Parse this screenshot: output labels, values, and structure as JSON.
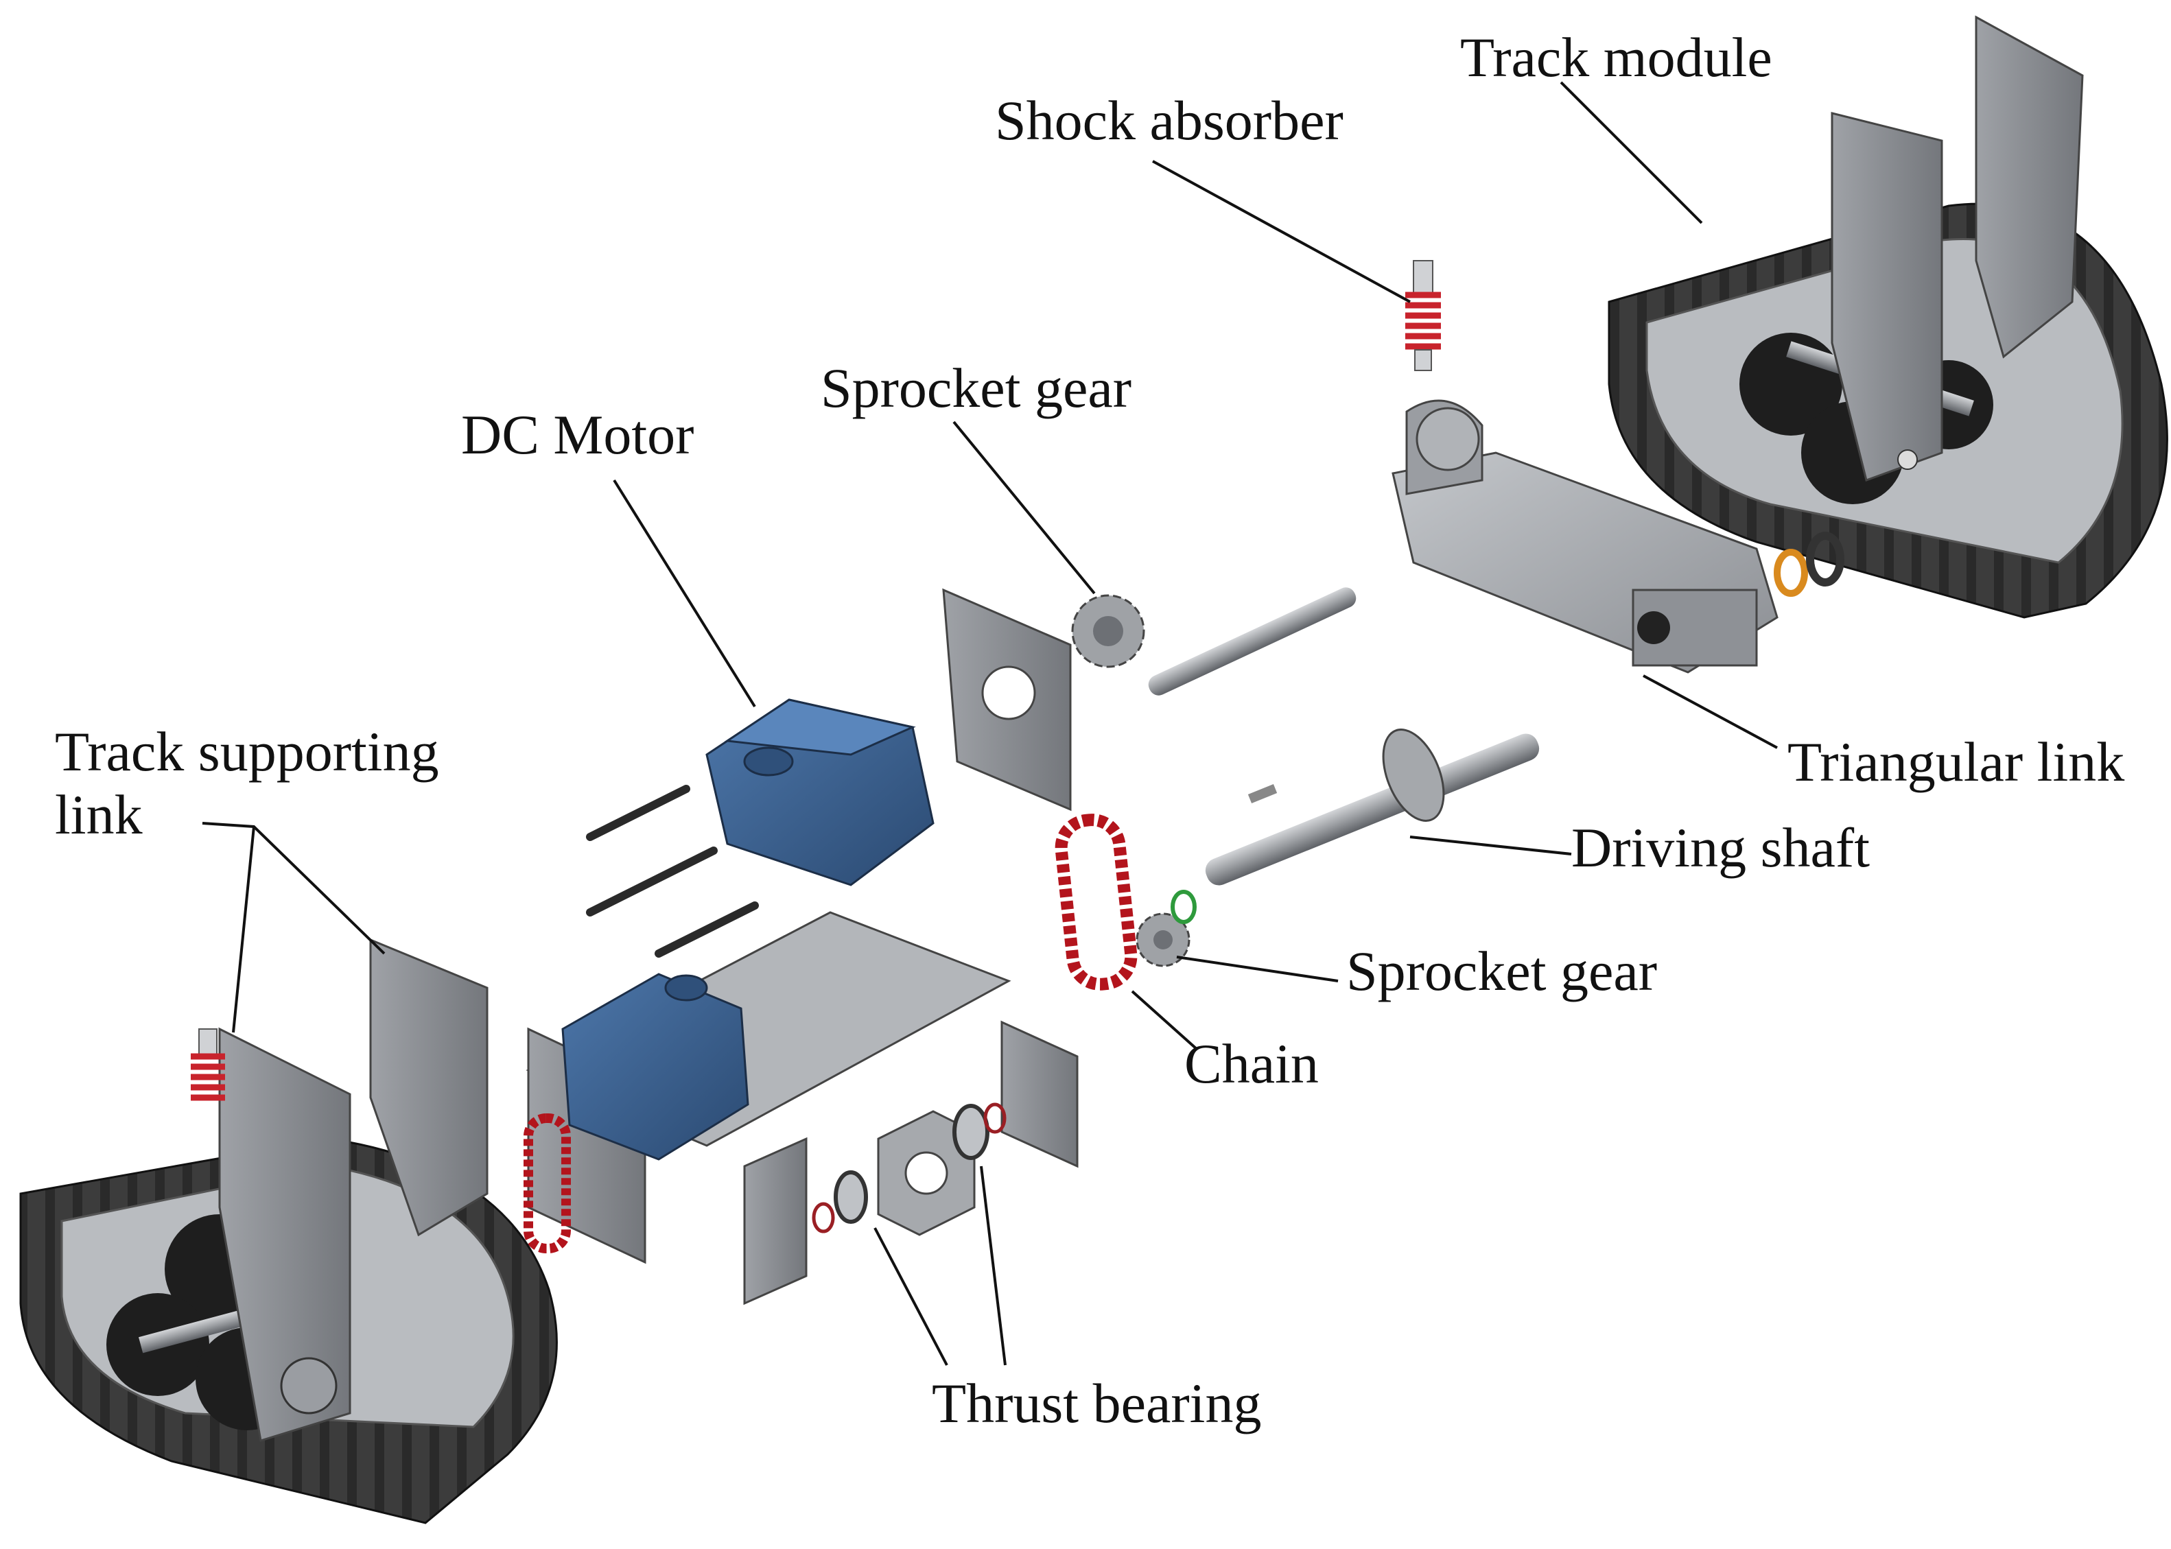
{
  "labels": {
    "track_module": "Track module",
    "shock_absorber": "Shock absorber",
    "sprocket_gear_top": "Sprocket gear",
    "dc_motor": "DC Motor",
    "triangular_link": "Triangular link",
    "track_supporting_link_line1": "Track supporting",
    "track_supporting_link_line2": "link",
    "driving_shaft": "Driving shaft",
    "sprocket_gear_bottom": "Sprocket gear",
    "chain": "Chain",
    "thrust_bearing": "Thrust bearing"
  },
  "colors": {
    "metal": "#a9acb0",
    "metal_dark": "#6d7075",
    "track": "#2b2b2b",
    "motor": "#3a5f8f",
    "spring_red": "#c8232c",
    "chain_red": "#b3141c",
    "orange_ring": "#d98a1e",
    "green_ring": "#2e9a3c"
  }
}
